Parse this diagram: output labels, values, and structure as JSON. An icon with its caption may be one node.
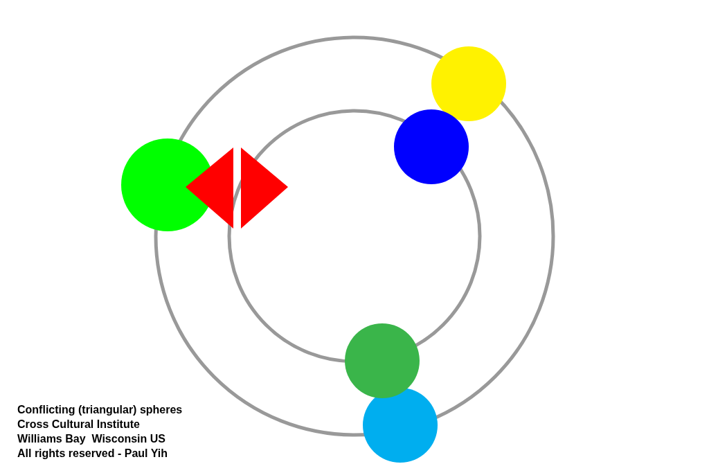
{
  "diagram": {
    "labels": [
      "Conflicting (triangular) spheres",
      "Cross Cultural Institute",
      "Williams Bay  Wisconsin US",
      "All rights reserved - Paul Yih"
    ]
  }
}
